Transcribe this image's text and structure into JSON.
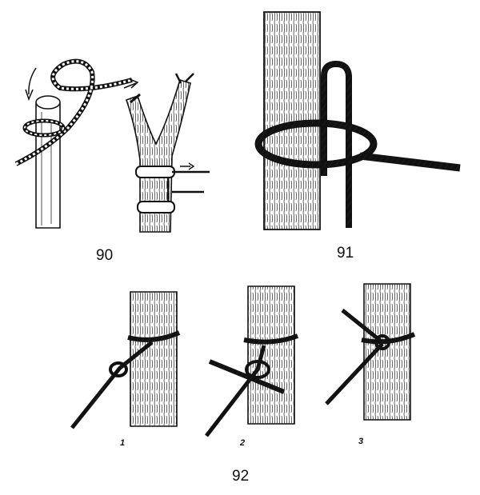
{
  "figures": {
    "fig90": {
      "number": "90"
    },
    "fig91": {
      "number": "91"
    },
    "fig92": {
      "number": "92",
      "steps": [
        "1",
        "2",
        "3"
      ]
    }
  },
  "colors": {
    "ink": "#111111",
    "paper": "#ffffff"
  }
}
